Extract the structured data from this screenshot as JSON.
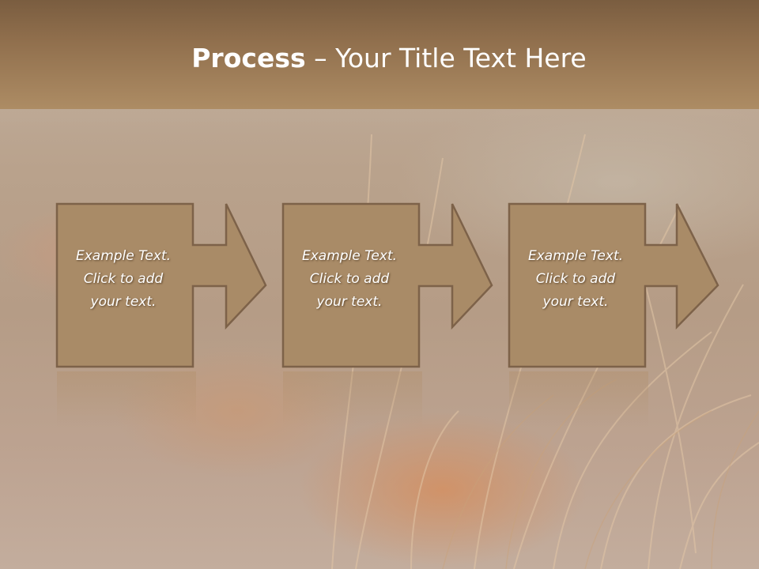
{
  "slide": {
    "title_bold": "Process",
    "title_rest": " – Your Title Text Here"
  },
  "steps": [
    {
      "line1": "Example Text.",
      "line2": "Click  to add",
      "line3": "your text."
    },
    {
      "line1": "Example Text.",
      "line2": "Click  to add",
      "line3": "your text."
    },
    {
      "line1": "Example Text.",
      "line2": "Click  to add",
      "line3": "your text."
    }
  ],
  "colors": {
    "box_fill": "#a98b67",
    "box_border": "#7d6249",
    "header": "#8f6e4c",
    "text": "#ffffff"
  }
}
